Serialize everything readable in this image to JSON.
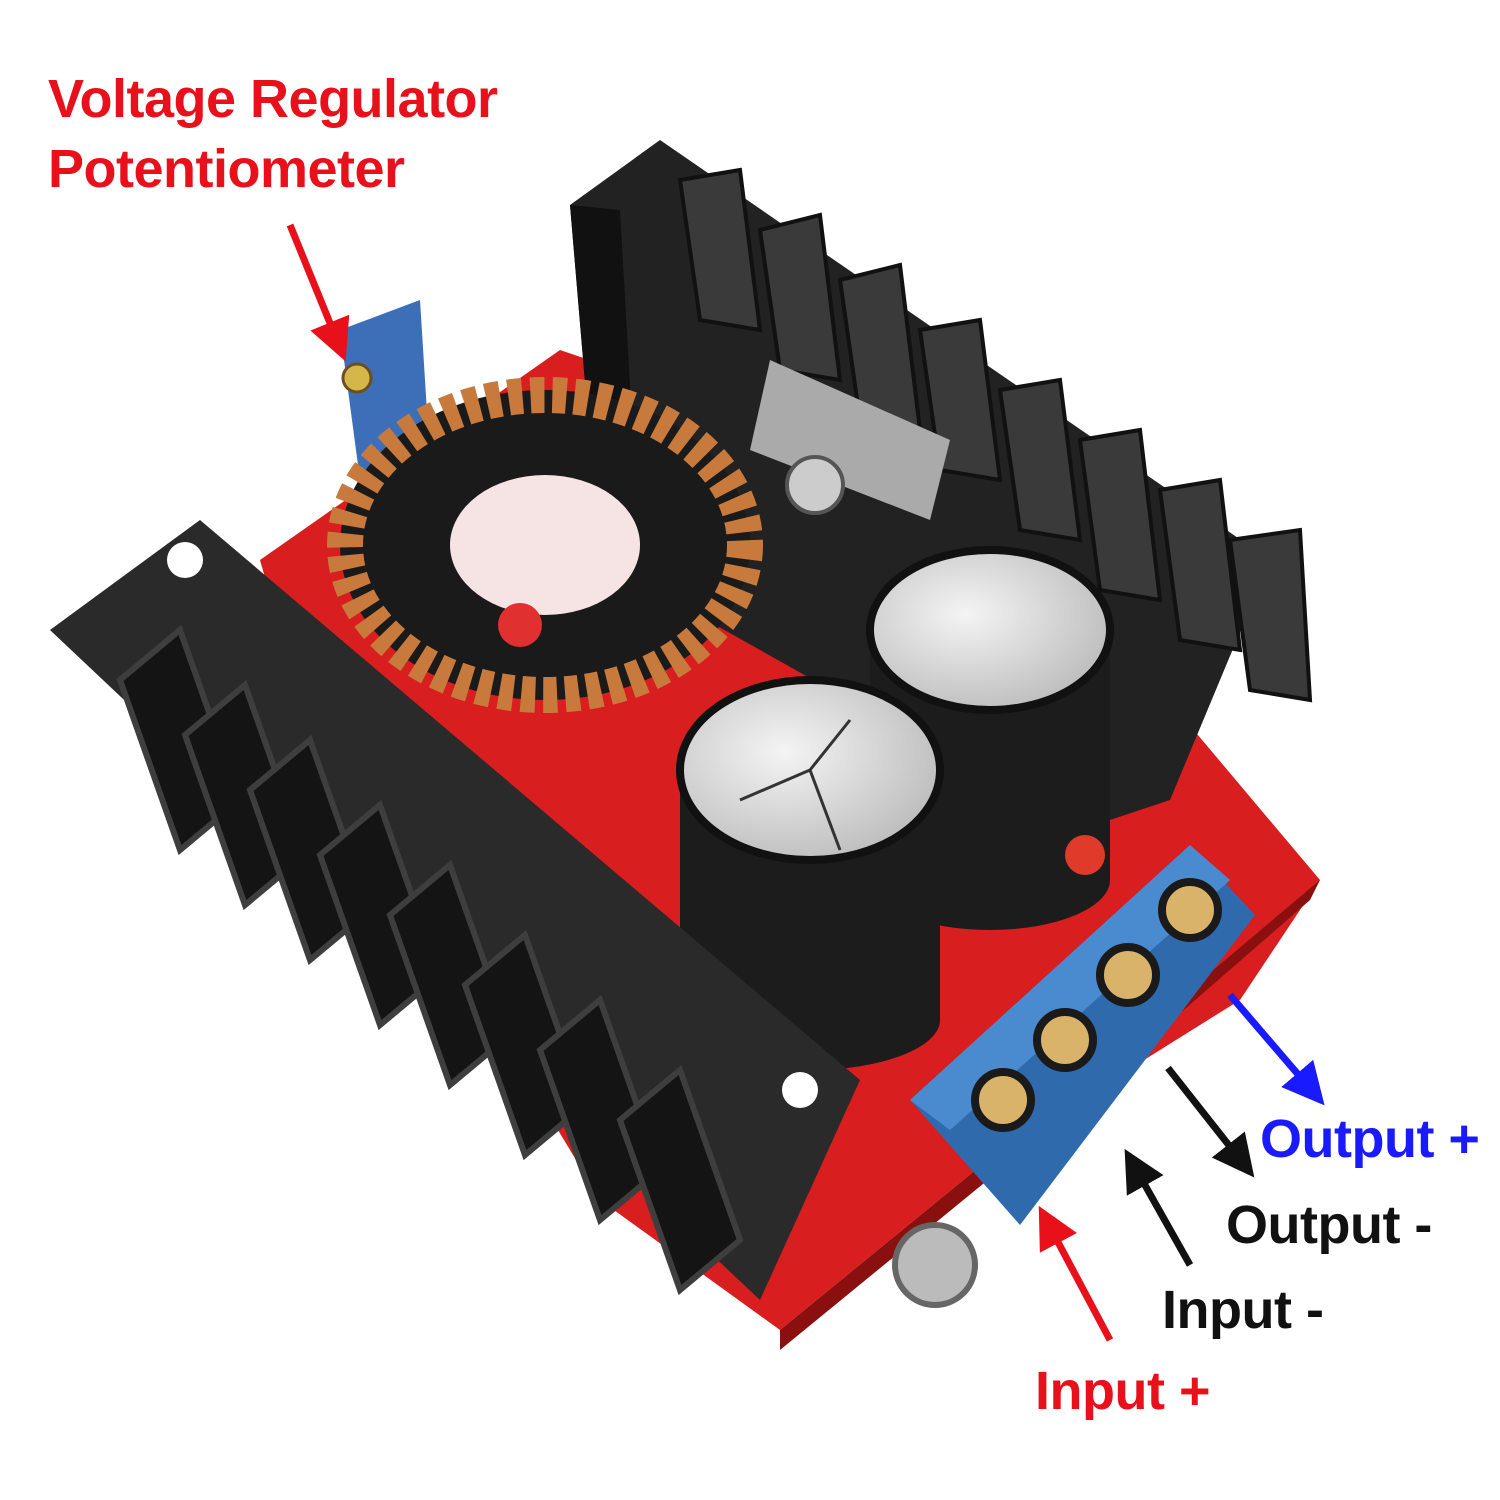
{
  "title_lines": [
    "Voltage Regulator",
    "Potentiometer"
  ],
  "labels": {
    "output_plus": "Output +",
    "output_minus": "Output -",
    "input_minus": "Input -",
    "input_plus": "Input +"
  },
  "colors": {
    "red_label": "#e8101a",
    "blue_label": "#1a1aff",
    "black_label": "#111111",
    "pcb": "#d81e1e",
    "heatsink": "#1c1c1c",
    "terminal_block": "#3b7fc4",
    "copper": "#c87a3c"
  }
}
